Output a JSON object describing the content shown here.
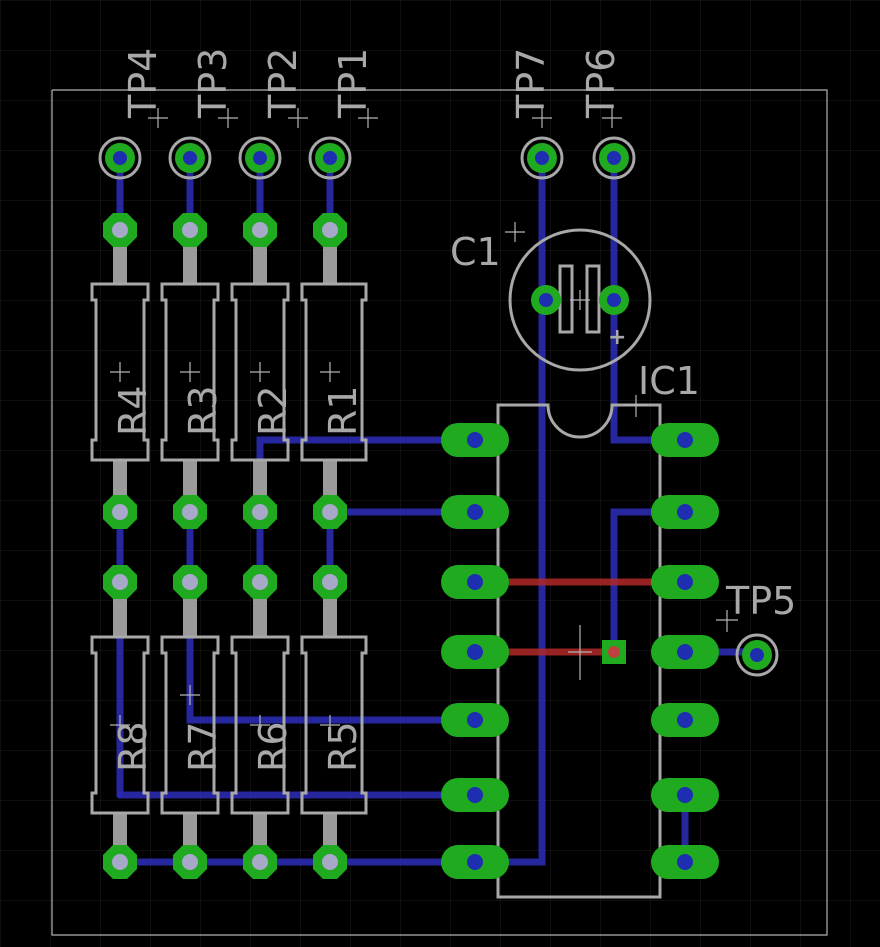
{
  "board": {
    "components": {
      "resistors": [
        "R1",
        "R2",
        "R3",
        "R4",
        "R5",
        "R6",
        "R7",
        "R8"
      ],
      "capacitor": "C1",
      "ic": "IC1",
      "test_points": [
        "TP1",
        "TP2",
        "TP3",
        "TP4",
        "TP5",
        "TP6",
        "TP7"
      ]
    },
    "polarity_mark": "+"
  },
  "colors": {
    "background": "#000000",
    "grid": "#1e1e1e",
    "silkscreen": "#a8a8a8",
    "pad": "#1faa1f",
    "drill": "#1e2eb0",
    "top_trace": "#b02828",
    "bottom_trace": "#2a2ab0"
  }
}
